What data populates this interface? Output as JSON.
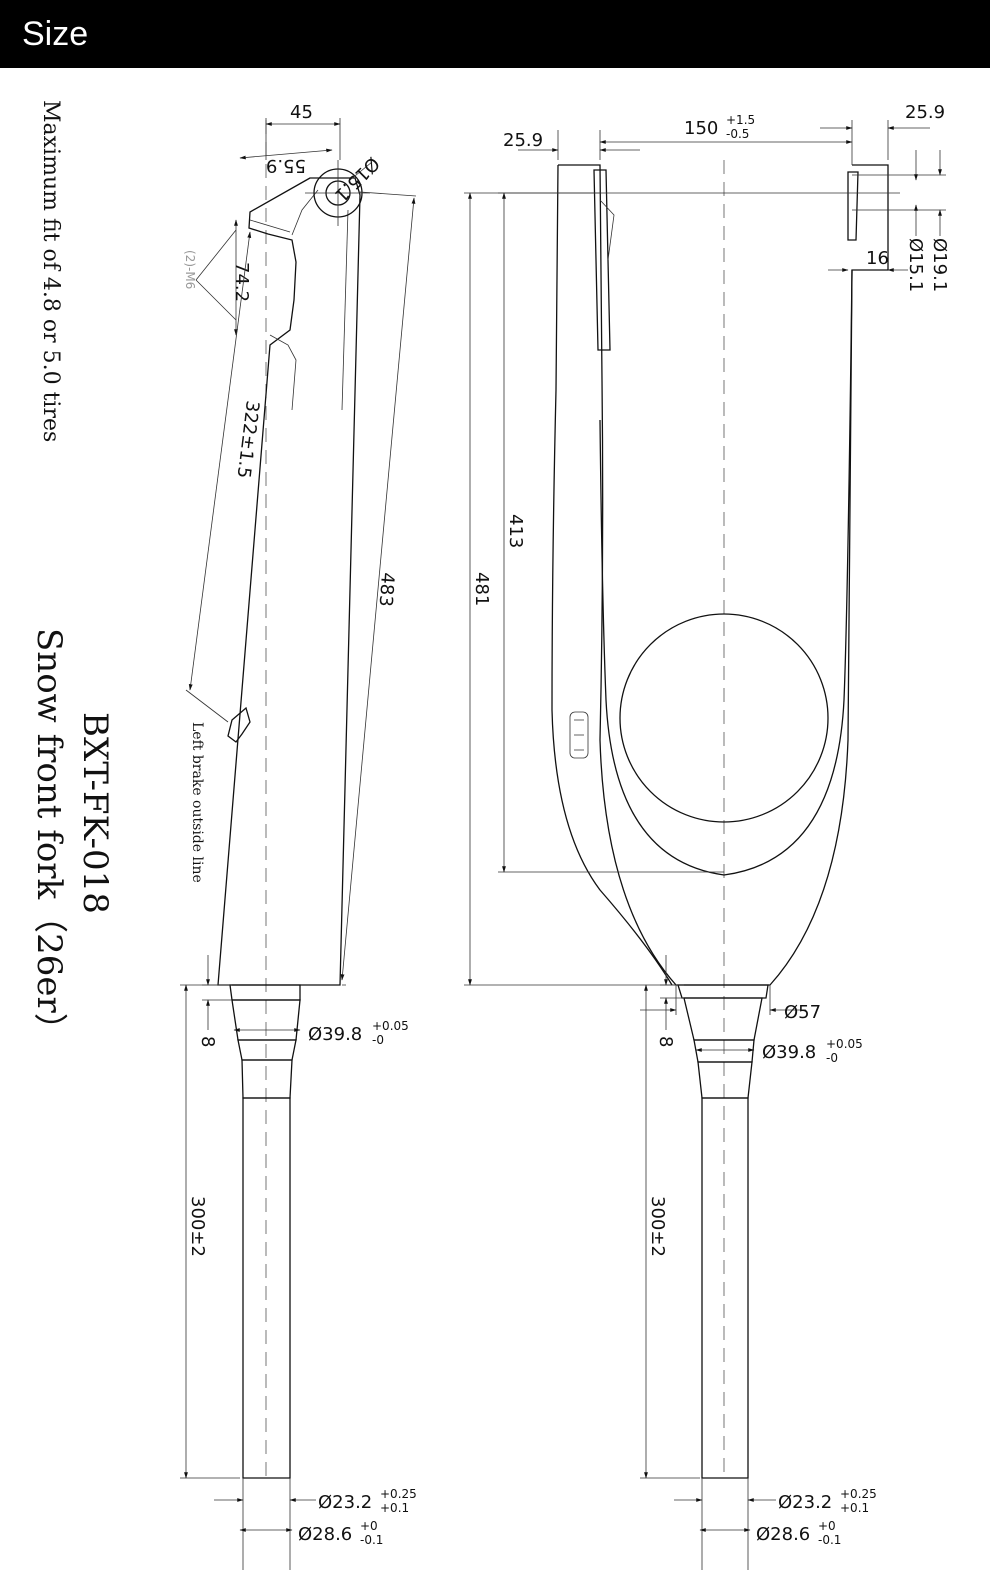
{
  "header": {
    "title": "Size"
  },
  "side_notes": {
    "tire_fit": "Maximum fit of 4.8 or 5.0 tires",
    "model": "BXT-FK-018",
    "product": "Snow front fork（26er）",
    "brake_note": "Left brake outside line",
    "mount_note": "(2)-M6"
  },
  "side_view": {
    "top_offset": "45",
    "dropout_width": "55.9",
    "axle_dia": "Ø15.1",
    "mount_spacing": "74.2",
    "brake_length": "322±1.5",
    "length": "483",
    "crown_gap": "8",
    "crown_race": {
      "base": "Ø39.8",
      "sup": "+0.05",
      "sub": "-0"
    },
    "steerer_length": "300±2",
    "steerer_top": {
      "base": "Ø23.2",
      "sup": "+0.25",
      "sub": "+0.1"
    },
    "steerer_bottom": {
      "base": "Ø28.6",
      "sup": "+0",
      "sub": "-0.1"
    }
  },
  "front_view": {
    "dropout_left": "25.9",
    "dropout_right": "25.9",
    "hub_spacing": {
      "base": "150",
      "sup": "+1.5",
      "sub": "-0.5"
    },
    "tab_width": "16",
    "dia_outer": "Ø19.1",
    "dia_inner": "Ø15.1",
    "height_inner": "413",
    "height_total": "481",
    "crown_dia": "Ø57",
    "crown_gap": "8",
    "crown_race": {
      "base": "Ø39.8",
      "sup": "+0.05",
      "sub": "-0"
    },
    "steerer_length": "300±2",
    "steerer_top": {
      "base": "Ø23.2",
      "sup": "+0.25",
      "sub": "+0.1"
    },
    "steerer_bottom": {
      "base": "Ø28.6",
      "sup": "+0",
      "sub": "-0.1"
    }
  }
}
